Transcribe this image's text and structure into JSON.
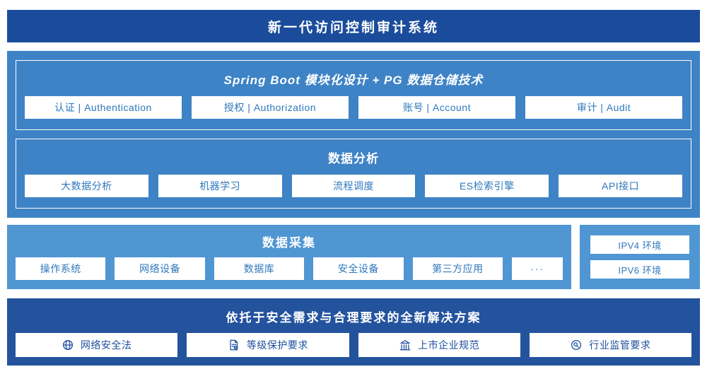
{
  "header": {
    "title": "新一代访问控制审计系统"
  },
  "platform": {
    "module_section": {
      "title": "Spring Boot 模块化设计 + PG 数据仓储技术",
      "items": [
        "认证 | Authentication",
        "授权 | Authorization",
        "账号 | Account",
        "审计 | Audit"
      ]
    },
    "analysis_section": {
      "title": "数据分析",
      "items": [
        "大数据分析",
        "机器学习",
        "流程调度",
        "ES检索引擎",
        "API接口"
      ]
    }
  },
  "collection": {
    "title": "数据采集",
    "items": [
      "操作系统",
      "网络设备",
      "数据库",
      "安全设备",
      "第三方应用",
      "···"
    ]
  },
  "environments": {
    "items": [
      "IPV4 环境",
      "IPV6 环境"
    ]
  },
  "solution": {
    "title": "依托于安全需求与合理要求的全新解决方案",
    "items": [
      {
        "icon": "globe-icon",
        "label": "网络安全法"
      },
      {
        "icon": "document-check-icon",
        "label": "等级保护要求"
      },
      {
        "icon": "building-icon",
        "label": "上市企业规范"
      },
      {
        "icon": "badge-search-icon",
        "label": "行业监管要求"
      }
    ]
  },
  "colors": {
    "header_bg": "#1b4c9c",
    "platform_bg": "#3e83c6",
    "collection_bg": "#4f96d3",
    "solution_bg": "#24539e",
    "item_text": "#2e78bd",
    "solution_item_text": "#1d4e9c"
  }
}
